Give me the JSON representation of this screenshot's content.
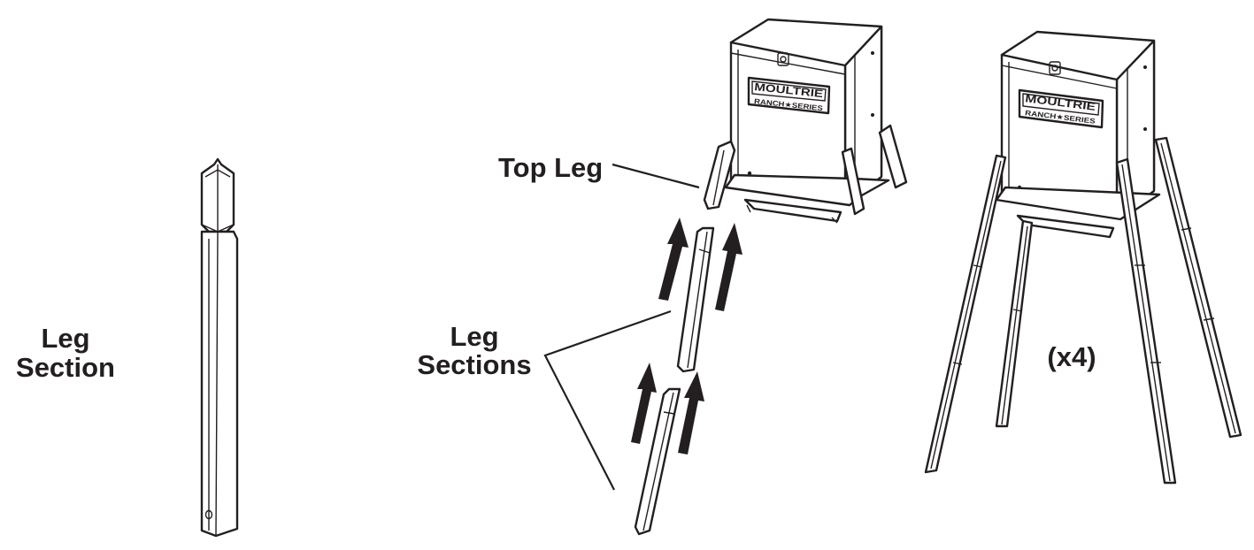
{
  "labels": {
    "leg_section": [
      "Leg",
      "Section"
    ],
    "top_leg": "Top Leg",
    "leg_sections": [
      "Leg",
      "Sections"
    ],
    "quantity": "(x4)"
  },
  "brand": {
    "name": "MOULTRIE",
    "series": "RANCH★SERIES"
  },
  "colors": {
    "ink": "#231f20",
    "background": "#ffffff"
  }
}
